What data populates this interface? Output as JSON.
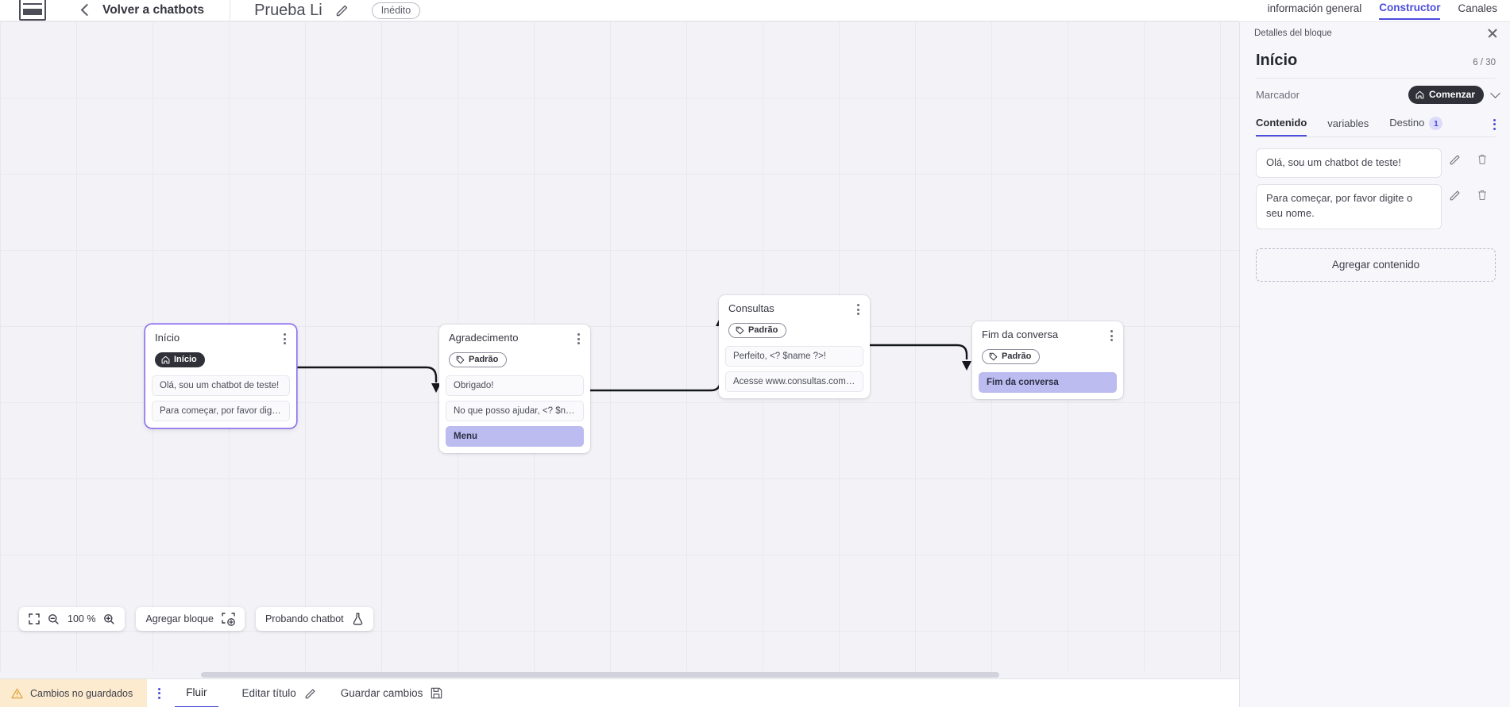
{
  "header": {
    "logo_name": "via-logo",
    "back_label": "Volver a chatbots",
    "flow_title": "Prueba Li",
    "edit_title_icon": "pencil-icon",
    "status_chip": "Inédito"
  },
  "right_tabs": [
    {
      "label": "información general",
      "active": false
    },
    {
      "label": "Constructor",
      "active": true
    },
    {
      "label": "Canales",
      "active": false
    }
  ],
  "panel": {
    "header_label": "Detalles del bloque",
    "close_icon": "close-icon",
    "block_title": "Início",
    "block_count": "6 / 30",
    "marker_label": "Marcador",
    "marker_value": "Comenzar",
    "marker_icon": "home-icon",
    "marker_chevron": "chevron-down-icon",
    "tabs": [
      {
        "label": "Contenido",
        "active": true,
        "badge": ""
      },
      {
        "label": "variables",
        "active": false,
        "badge": ""
      },
      {
        "label": "Destino",
        "active": false,
        "badge": "1"
      }
    ],
    "overflow_icon": "kebab-menu-icon",
    "contents": [
      {
        "text": "Olá, sou um chatbot de teste!",
        "edit_icon": "pencil-icon",
        "delete_icon": "trash-icon"
      },
      {
        "text": "Para começar, por favor digite o seu nome.",
        "edit_icon": "pencil-icon",
        "delete_icon": "trash-icon"
      }
    ],
    "add_content_label": "Agregar contenido",
    "cursor": "pointer-hand-cursor"
  },
  "canvas": {
    "nodes": [
      {
        "id": "inicio",
        "title": "Início",
        "tag": {
          "label": "Início",
          "style": "dark",
          "icon": "home-icon"
        },
        "selected": true,
        "rows": [
          {
            "text": "Olá, sou um chatbot de teste!",
            "accent": false
          },
          {
            "text": "Para começar, por favor digite o ...",
            "accent": false
          }
        ],
        "kebab_icon": "kebab-menu-icon"
      },
      {
        "id": "agradecimento",
        "title": "Agradecimento",
        "tag": {
          "label": "Padrão",
          "style": "outline",
          "icon": "tag-icon"
        },
        "selected": false,
        "rows": [
          {
            "text": "Obrigado!",
            "accent": false
          },
          {
            "text": "No que posso ajudar, <? $name ...",
            "accent": false
          },
          {
            "text": "Menu",
            "accent": true
          }
        ],
        "kebab_icon": "kebab-menu-icon"
      },
      {
        "id": "consultas",
        "title": "Consultas",
        "tag": {
          "label": "Padrão",
          "style": "outline",
          "icon": "tag-icon"
        },
        "selected": false,
        "rows": [
          {
            "text": "Perfeito, <? $name ?>!",
            "accent": false
          },
          {
            "text": "Acesse www.consultas.com par...",
            "accent": false
          }
        ],
        "kebab_icon": "kebab-menu-icon"
      },
      {
        "id": "fim",
        "title": "Fim da conversa",
        "tag": {
          "label": "Padrão",
          "style": "outline",
          "icon": "tag-icon"
        },
        "selected": false,
        "rows": [
          {
            "text": "Fim da conversa",
            "accent": true
          }
        ],
        "kebab_icon": "kebab-menu-icon"
      }
    ],
    "toolbar": {
      "fit_icon": "fit-screen-icon",
      "zoom_out_icon": "zoom-out-icon",
      "zoom_level": "100 %",
      "zoom_in_icon": "zoom-in-icon",
      "add_block_label": "Agregar bloque",
      "add_block_icon": "add-block-icon",
      "test_chatbot_label": "Probando chatbot",
      "test_chatbot_icon": "flask-icon"
    }
  },
  "bottom_bar": {
    "warning_icon": "warning-triangle-icon",
    "warning_label": "Cambios no guardados",
    "kebab_icon": "kebab-menu-icon",
    "flow_label": "Fluir",
    "edit_title_label": "Editar título",
    "edit_title_icon": "pencil-icon",
    "save_label": "Guardar cambios",
    "save_icon": "save-disk-icon"
  },
  "colors": {
    "accent": "#4b4ddb",
    "node_accent_row": "#bcbcf0",
    "dark_pill": "#2f3038",
    "warning_bg": "#fdebcf",
    "canvas_bg": "#f3f3f7"
  }
}
